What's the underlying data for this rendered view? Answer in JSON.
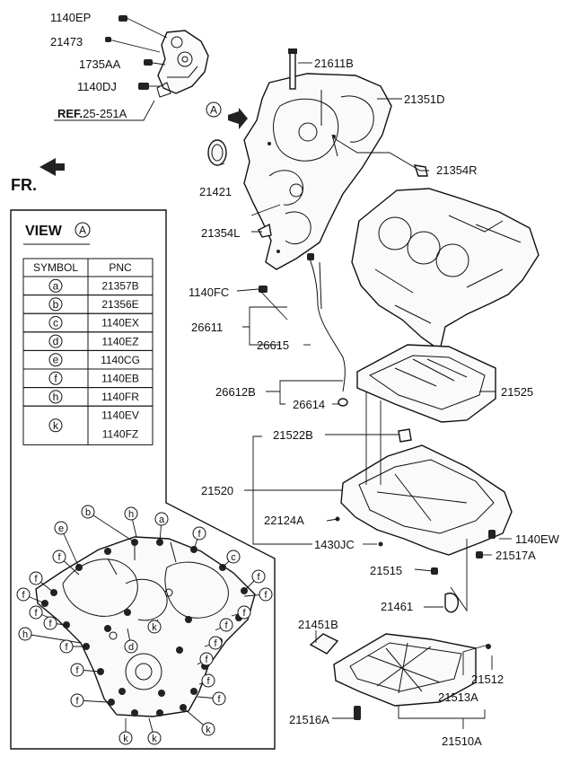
{
  "diagram": {
    "fr_label": "FR.",
    "view_marker": "A",
    "ref_prefix": "REF.",
    "ref_number": "25-251A",
    "callouts": [
      {
        "id": "1140EP",
        "text": "1140EP"
      },
      {
        "id": "21473",
        "text": "21473"
      },
      {
        "id": "1735AA",
        "text": "1735AA"
      },
      {
        "id": "1140DJ",
        "text": "1140DJ"
      },
      {
        "id": "21611B",
        "text": "21611B"
      },
      {
        "id": "21351D",
        "text": "21351D"
      },
      {
        "id": "21421",
        "text": "21421"
      },
      {
        "id": "21354R",
        "text": "21354R"
      },
      {
        "id": "21354L",
        "text": "21354L"
      },
      {
        "id": "1140FC",
        "text": "1140FC"
      },
      {
        "id": "26611",
        "text": "26611"
      },
      {
        "id": "26615",
        "text": "26615"
      },
      {
        "id": "26612B",
        "text": "26612B"
      },
      {
        "id": "26614",
        "text": "26614"
      },
      {
        "id": "21525",
        "text": "21525"
      },
      {
        "id": "21522B",
        "text": "21522B"
      },
      {
        "id": "21520",
        "text": "21520"
      },
      {
        "id": "22124A",
        "text": "22124A"
      },
      {
        "id": "1430JC",
        "text": "1430JC"
      },
      {
        "id": "1140EW",
        "text": "1140EW"
      },
      {
        "id": "21517A",
        "text": "21517A"
      },
      {
        "id": "21515",
        "text": "21515"
      },
      {
        "id": "21461",
        "text": "21461"
      },
      {
        "id": "21451B",
        "text": "21451B"
      },
      {
        "id": "21512",
        "text": "21512"
      },
      {
        "id": "21513A",
        "text": "21513A"
      },
      {
        "id": "21516A",
        "text": "21516A"
      },
      {
        "id": "21510A",
        "text": "21510A"
      }
    ]
  },
  "view": {
    "title": "VIEW",
    "marker": "A",
    "headers": {
      "symbol": "SYMBOL",
      "pnc": "PNC"
    },
    "rows": [
      {
        "symbol": "a",
        "pnc": [
          "21357B"
        ]
      },
      {
        "symbol": "b",
        "pnc": [
          "21356E"
        ]
      },
      {
        "symbol": "c",
        "pnc": [
          "1140EX"
        ]
      },
      {
        "symbol": "d",
        "pnc": [
          "1140EZ"
        ]
      },
      {
        "symbol": "e",
        "pnc": [
          "1140CG"
        ]
      },
      {
        "symbol": "f",
        "pnc": [
          "1140EB"
        ]
      },
      {
        "symbol": "h",
        "pnc": [
          "1140FR"
        ]
      },
      {
        "symbol": "k",
        "pnc": [
          "1140EV",
          "1140FZ"
        ]
      }
    ],
    "callout_letters": [
      "a",
      "b",
      "c",
      "d",
      "e",
      "f",
      "h",
      "k"
    ]
  }
}
